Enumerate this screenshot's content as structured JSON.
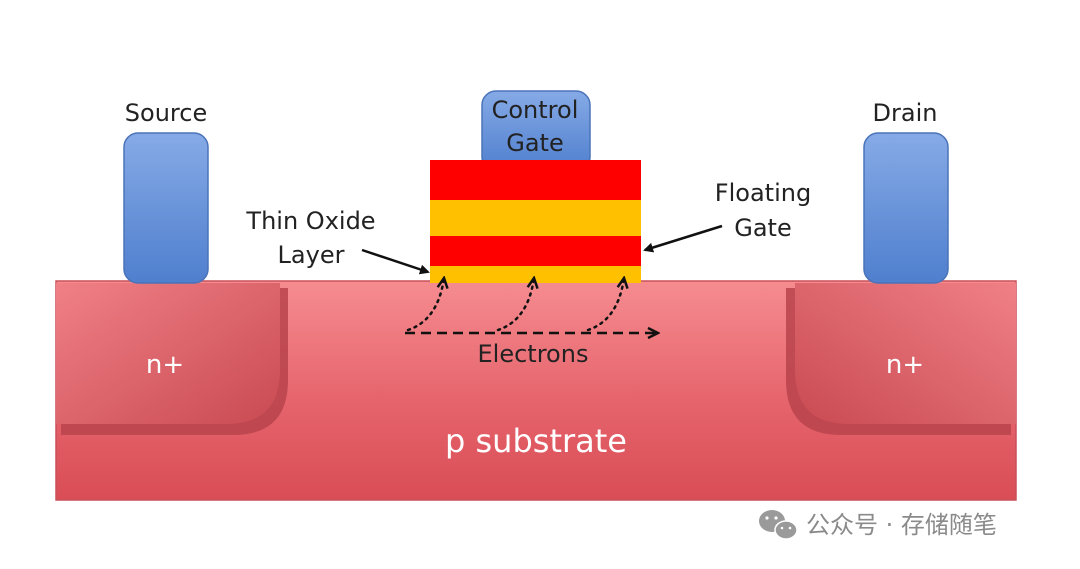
{
  "labels": {
    "source": "Source",
    "drain": "Drain",
    "control_gate_line1": "Control",
    "control_gate_line2": "Gate",
    "floating_gate_line1": "Floating",
    "floating_gate_line2": "Gate",
    "thin_oxide_line1": "Thin Oxide",
    "thin_oxide_line2": "Layer",
    "electrons": "Electrons",
    "n_plus_left": "n+",
    "n_plus_right": "n+",
    "substrate": "p substrate"
  },
  "watermark": {
    "text": "公众号 · 存储随笔",
    "icon": "wechat-icon"
  },
  "colors": {
    "electrode_blue": "#6c96d8",
    "gate_red": "#ff0000",
    "oxide_yellow": "#ffc000",
    "substrate": "#e0606a",
    "n_plus_region": "#e25d63"
  }
}
